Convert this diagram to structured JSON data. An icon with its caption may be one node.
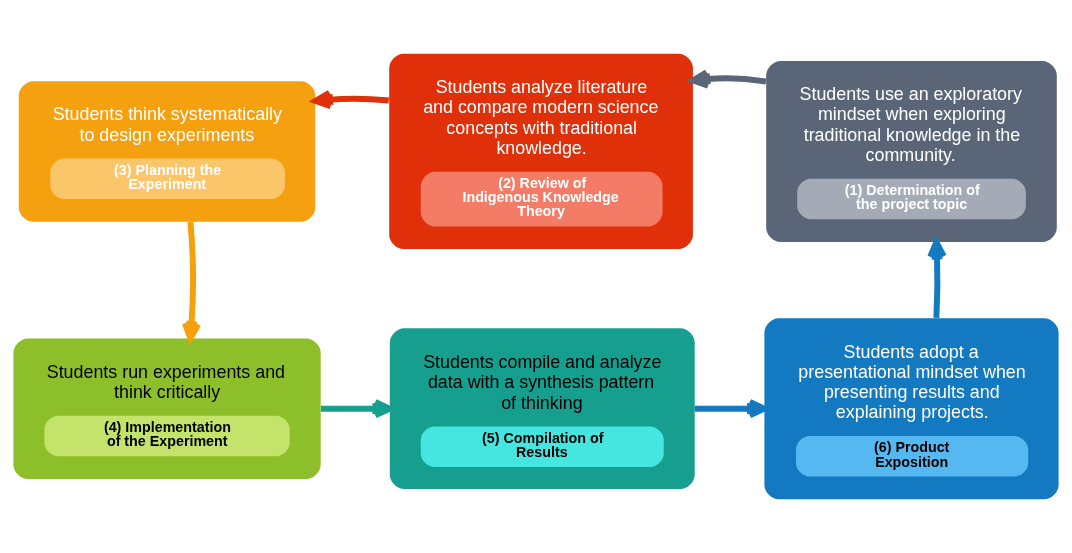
{
  "diagram": {
    "nodes": [
      {
        "text": [
          "Students think systematically to design experiments",
          "(3) Planning the Experiment"
        ]
      },
      {
        "text": [
          "Students analyze literature and compare modern science concepts with traditional knowledge.",
          "(2) Review of Indigenous Knowledge Theory"
        ]
      },
      {
        "text": [
          "Students use an exploratory mindset when exploring traditional knowledge in the community.",
          "(1) Determination of the project topic"
        ]
      },
      {
        "text": [
          "Students run experiments and think critically",
          "(4) Implementation of the Experiment"
        ]
      },
      {
        "text": [
          "Students compile and analyze data with a synthesis pattern of thinking",
          "(5) Compilation of Results"
        ]
      },
      {
        "text": [
          "Students adopt a presentational mindset when presenting results and explaining projects.",
          "(6) Product Exposition"
        ]
      }
    ],
    "edges": [
      {
        "from": 2,
        "to": 1,
        "arrow": "to",
        "color": "#5a6677"
      },
      {
        "from": 1,
        "to": 0,
        "arrow": "to",
        "color": "#e0300a"
      },
      {
        "from": 0,
        "to": 3,
        "arrow": "to",
        "color": "#f5a00f"
      },
      {
        "from": 3,
        "to": 4,
        "arrow": "to",
        "color": "#169f8f"
      },
      {
        "from": 4,
        "to": 5,
        "arrow": "to",
        "color": "#137ac2"
      },
      {
        "from": 5,
        "to": 2,
        "arrow": "to",
        "color": "#137ac2"
      }
    ]
  }
}
